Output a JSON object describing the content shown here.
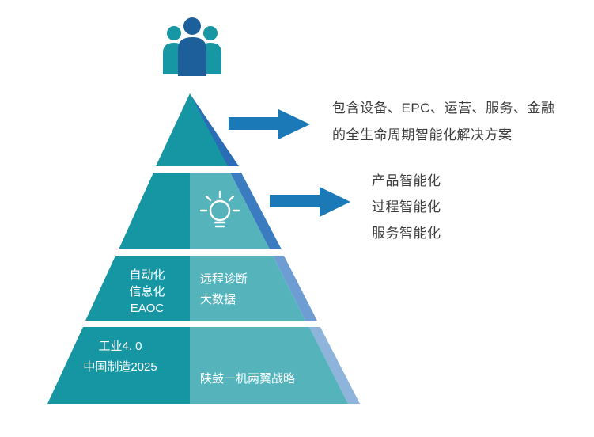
{
  "colors": {
    "teal_dark": "#1696a2",
    "teal_light": "#55b3bc",
    "side_blue_top": "#2a6db6",
    "side_blue_2": "#3a7cbf",
    "side_blue_3": "#6d9dd2",
    "side_blue_4": "#8fb4dc",
    "arrow_blue": "#1c79b8",
    "annotation_text": "#3d3d3d",
    "pyramid_text": "#ffffff",
    "people_teal": "#1796a3",
    "people_blue": "#1d5f9b",
    "bulb_white": "#ffffff",
    "background": "#ffffff"
  },
  "annotations": {
    "solution_line1": "包含设备、EPC、运营、服务、金融",
    "solution_line2": "的全生命周期智能化解决方案",
    "smart_levels": [
      "产品智能化",
      "过程智能化",
      "服务智能化"
    ]
  },
  "pyramid": {
    "layer3_left": [
      "自动化",
      "信息化",
      "EAOC"
    ],
    "layer3_right": [
      "远程诊断",
      "大数据"
    ],
    "layer4_left": [
      "工业4. 0",
      "中国制造2025"
    ],
    "layer4_right": "陕鼓一机两翼战略"
  },
  "icons": {
    "team": "team-people-icon",
    "bulb": "lightbulb-idea-icon"
  }
}
